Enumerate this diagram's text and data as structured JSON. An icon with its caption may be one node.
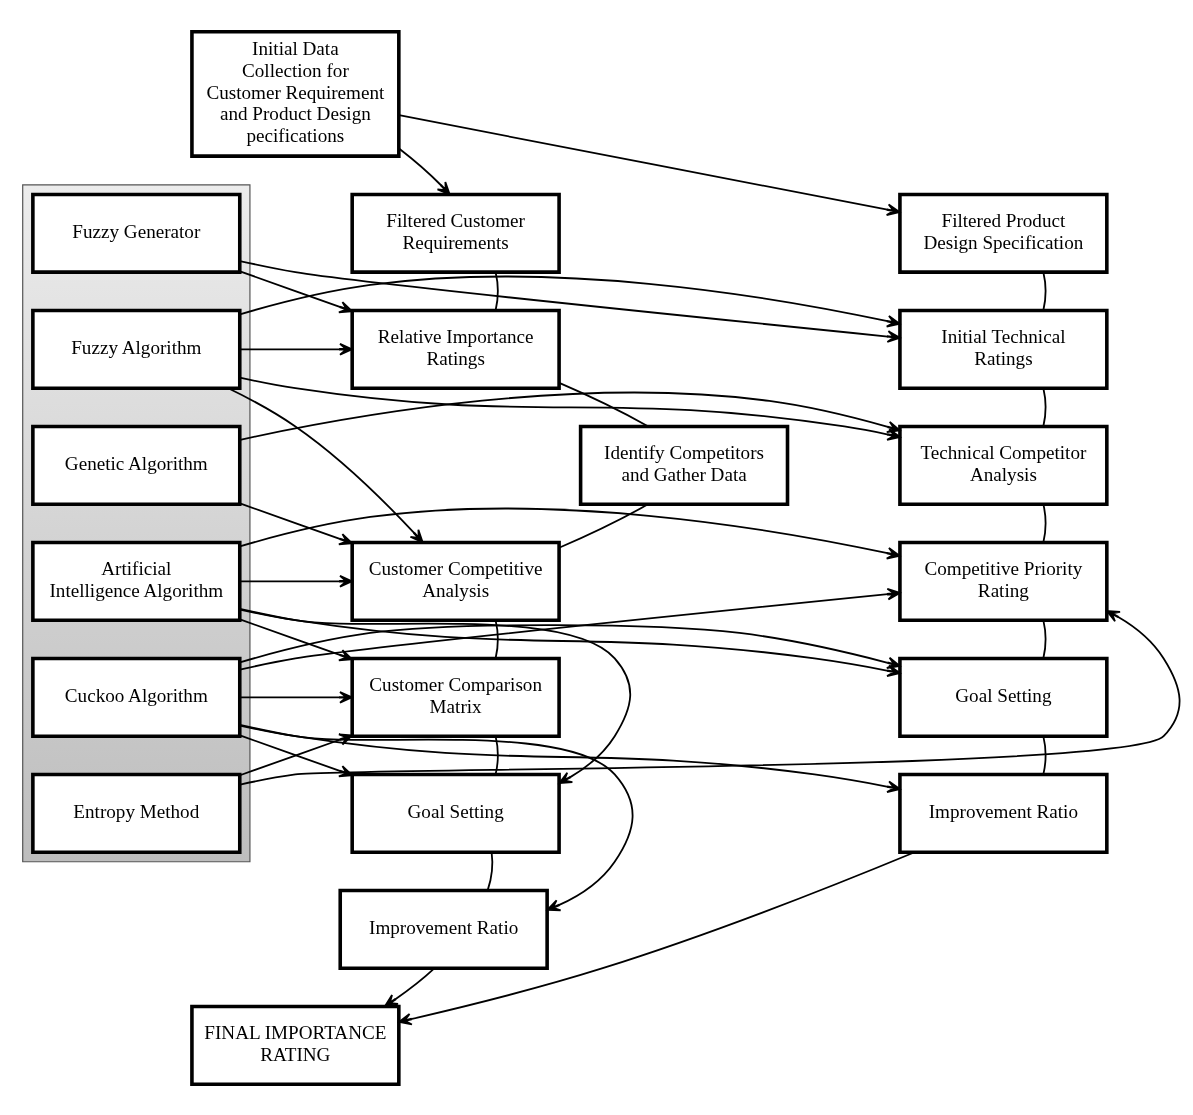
{
  "diagram": {
    "nodes": [
      {
        "text": [
          "Initial Data Collection for Customer Requirement and Product Design pecifications"
        ]
      },
      {
        "text": [
          "Filtered Customer Requirements"
        ]
      },
      {
        "text": [
          "Relative Importance Ratings"
        ]
      },
      {
        "text": [
          "Identify Competitors and Gather Data"
        ]
      },
      {
        "text": [
          "Customer Competitive Analysis"
        ]
      },
      {
        "text": [
          "Customer Comparison Matrix"
        ]
      },
      {
        "text": [
          "Goal Setting"
        ]
      },
      {
        "text": [
          "Improvement Ratio"
        ]
      },
      {
        "text": [],
        "shape": "box"
      },
      {
        "text": [
          "Fuzzy Generator"
        ],
        "in": 8
      },
      {
        "text": [
          "Fuzzy Algorithm"
        ],
        "in": 8
      },
      {
        "text": [
          "Genetic Algorithm"
        ],
        "in": 8
      },
      {
        "text": [
          "Artificial Intelligence Algorithm"
        ],
        "in": 8
      },
      {
        "text": [
          "Cuckoo Algorithm"
        ],
        "in": 8
      },
      {
        "text": [
          "Entropy Method"
        ],
        "in": 8
      },
      {
        "text": [
          "Filtered Product Design Specification"
        ]
      },
      {
        "text": [
          "Initial Technical Ratings"
        ]
      },
      {
        "text": [
          "Technical Competitor Analysis"
        ]
      },
      {
        "text": [
          "Competitive Priority Rating"
        ]
      },
      {
        "text": [
          "Goal Setting"
        ]
      },
      {
        "text": [
          "Improvement Ratio"
        ]
      },
      {
        "text": [
          "FINAL IMPORTANCE RATING"
        ]
      }
    ],
    "edges": [
      {
        "from": 0,
        "to": 1,
        "arrow": "to"
      },
      {
        "from": 0,
        "to": 15,
        "arrow": "to"
      },
      {
        "from": 1,
        "to": 2,
        "arrow": "none"
      },
      {
        "from": 2,
        "to": 3,
        "arrow": "none"
      },
      {
        "from": 3,
        "to": 4,
        "arrow": "none"
      },
      {
        "from": 4,
        "to": 5,
        "arrow": "none"
      },
      {
        "from": 5,
        "to": 6,
        "arrow": "none"
      },
      {
        "from": 6,
        "to": 7,
        "arrow": "none"
      },
      {
        "from": 15,
        "to": 16,
        "arrow": "none"
      },
      {
        "from": 16,
        "to": 17,
        "arrow": "none"
      },
      {
        "from": 17,
        "to": 18,
        "arrow": "none"
      },
      {
        "from": 18,
        "to": 19,
        "arrow": "none"
      },
      {
        "from": 19,
        "to": 20,
        "arrow": "none"
      },
      {
        "from": 7,
        "to": 21,
        "arrow": "to"
      },
      {
        "from": 20,
        "to": 21,
        "arrow": "to"
      },
      {
        "from": 9,
        "to": 2,
        "arrow": "to"
      },
      {
        "from": 9,
        "to": 16,
        "arrow": "to"
      },
      {
        "from": 10,
        "to": 2,
        "arrow": "to"
      },
      {
        "from": 10,
        "to": 16,
        "arrow": "to"
      },
      {
        "from": 10,
        "to": 17,
        "arrow": "to"
      },
      {
        "from": 10,
        "to": 4,
        "arrow": "to"
      },
      {
        "from": 11,
        "to": 4,
        "arrow": "to"
      },
      {
        "from": 11,
        "to": 17,
        "arrow": "to"
      },
      {
        "from": 12,
        "to": 4,
        "arrow": "to"
      },
      {
        "from": 12,
        "to": 5,
        "arrow": "to"
      },
      {
        "from": 12,
        "to": 6,
        "arrow": "to"
      },
      {
        "from": 12,
        "to": 18,
        "arrow": "to"
      },
      {
        "from": 12,
        "to": 19,
        "arrow": "to"
      },
      {
        "from": 13,
        "to": 5,
        "arrow": "to"
      },
      {
        "from": 13,
        "to": 6,
        "arrow": "to"
      },
      {
        "from": 13,
        "to": 7,
        "arrow": "to"
      },
      {
        "from": 13,
        "to": 18,
        "arrow": "to"
      },
      {
        "from": 13,
        "to": 19,
        "arrow": "to"
      },
      {
        "from": 13,
        "to": 20,
        "arrow": "to"
      },
      {
        "from": 14,
        "to": 5,
        "arrow": "to"
      },
      {
        "from": 14,
        "to": 18,
        "arrow": "to"
      }
    ]
  }
}
